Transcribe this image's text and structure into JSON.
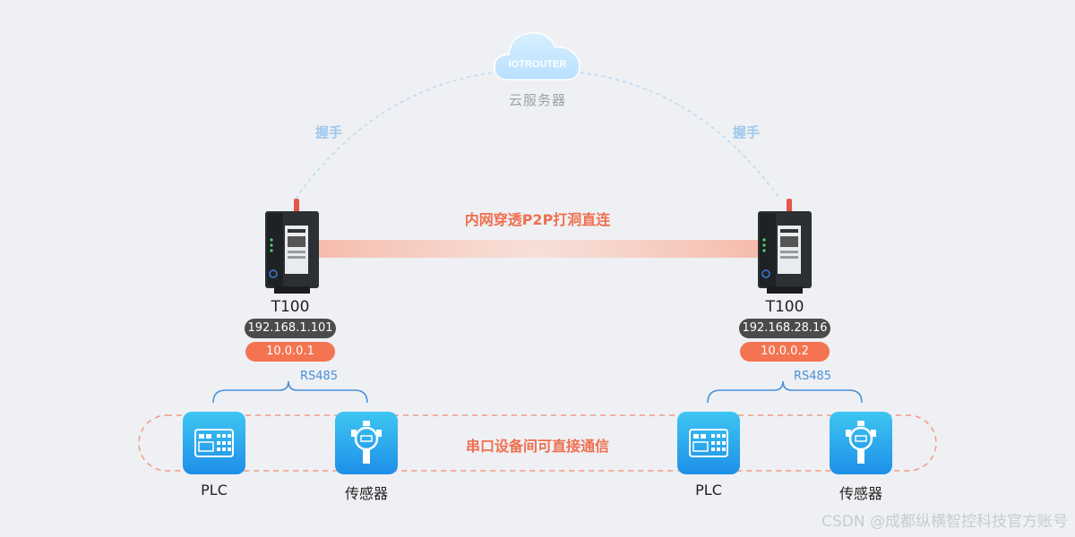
{
  "cloud": {
    "logo_text": "IOTROUTER",
    "label": "云服务器"
  },
  "handshake_left": "握手",
  "handshake_right": "握手",
  "p2p_label": "内网穿透P2P打洞直连",
  "serial_label": "串口设备间可直接通信",
  "routers": [
    {
      "model": "T100",
      "public_ip": "192.168.1.101",
      "vpn_ip": "10.0.0.1",
      "bus": "RS485",
      "devices": [
        {
          "name": "PLC",
          "icon": "plc-icon"
        },
        {
          "name": "传感器",
          "icon": "sensor-icon"
        }
      ]
    },
    {
      "model": "T100",
      "public_ip": "192.168.28.16",
      "vpn_ip": "10.0.0.2",
      "bus": "RS485",
      "devices": [
        {
          "name": "PLC",
          "icon": "plc-icon"
        },
        {
          "name": "传感器",
          "icon": "sensor-icon"
        }
      ]
    }
  ],
  "watermark": "CSDN @成都纵横智控科技官方账号",
  "colors": {
    "accent_orange": "#f47452",
    "accent_blue": "#4a90d9",
    "dark_pill": "#4b4b4b"
  }
}
